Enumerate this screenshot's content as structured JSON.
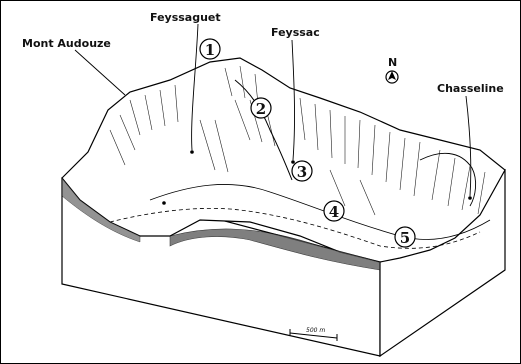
{
  "diagram": {
    "labels": {
      "mont_audouze": "Mont Audouze",
      "feyssaguet": "Feyssaguet",
      "feyssac": "Feyssac",
      "chasseline": "Chasseline",
      "north": "N",
      "scale": "500 m"
    },
    "sites": [
      "1",
      "2",
      "3",
      "4",
      "5"
    ]
  }
}
